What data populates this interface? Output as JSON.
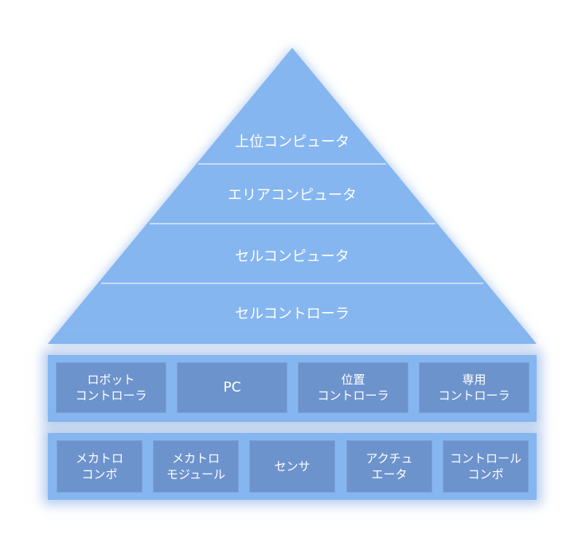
{
  "colors": {
    "pyramid_fill": "#86b6f0",
    "divider": "#d8e8fb",
    "box_fill": "#6d93cd",
    "glow": "#9ec0ec"
  },
  "pyramid": {
    "levels": [
      {
        "label": "上位コンピュータ"
      },
      {
        "label": "エリアコンピュータ"
      },
      {
        "label": "セルコンピュータ"
      },
      {
        "label": "セルコントローラ"
      }
    ]
  },
  "controller_row": {
    "items": [
      {
        "label": "ロボット\nコントローラ"
      },
      {
        "label": "PC"
      },
      {
        "label": "位置\nコントローラ"
      },
      {
        "label": "専用\nコントローラ"
      }
    ]
  },
  "component_row": {
    "items": [
      {
        "label": "メカトロ\nコンポ"
      },
      {
        "label": "メカトロ\nモジュール"
      },
      {
        "label": "センサ"
      },
      {
        "label": "アクチュ\nエータ"
      },
      {
        "label": "コントロール\nコンポ"
      }
    ]
  }
}
